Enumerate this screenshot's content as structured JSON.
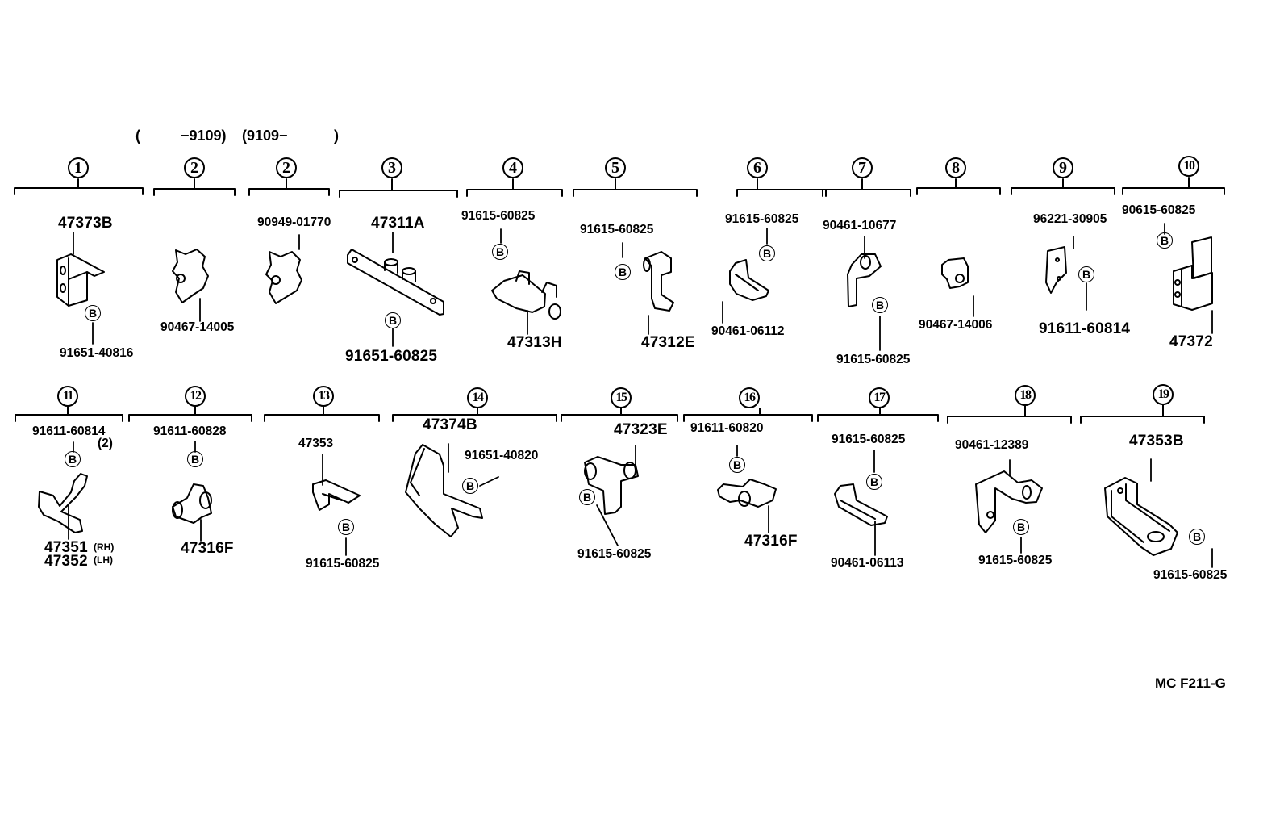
{
  "diagram": {
    "type": "parts-catalog-illustration",
    "date_range_header": {
      "open_paren": "(",
      "until_label": "−9109)",
      "from_label": "(9109−",
      "close_paren": ")"
    },
    "reference_code": "MC F211-G",
    "bolt_symbol": "B",
    "groups": [
      {
        "ref": "1",
        "parts": [
          "47373B",
          "91651-40816"
        ]
      },
      {
        "ref": "2",
        "variant": "-9109",
        "parts": [
          "90467-14005"
        ]
      },
      {
        "ref": "2",
        "variant": "9109-",
        "parts": [
          "90949-01770"
        ]
      },
      {
        "ref": "3",
        "parts": [
          "47311A",
          "91651-60825"
        ]
      },
      {
        "ref": "4",
        "parts": [
          "91615-60825",
          "47313H"
        ]
      },
      {
        "ref": "5",
        "parts": [
          "91615-60825",
          "47312E"
        ]
      },
      {
        "ref": "6",
        "parts": [
          "91615-60825",
          "90461-06112"
        ]
      },
      {
        "ref": "7",
        "parts": [
          "90461-10677",
          "91615-60825"
        ]
      },
      {
        "ref": "8",
        "parts": [
          "90467-14006"
        ]
      },
      {
        "ref": "9",
        "parts": [
          "96221-30905",
          "91611-60814"
        ]
      },
      {
        "ref": "10",
        "parts": [
          "90615-60825",
          "47372"
        ]
      },
      {
        "ref": "11",
        "parts": [
          "91611-60814",
          "47351",
          "47352"
        ],
        "qty_note": "(2)",
        "sides": [
          "(RH)",
          "(LH)"
        ]
      },
      {
        "ref": "12",
        "parts": [
          "91611-60828",
          "47316F"
        ]
      },
      {
        "ref": "13",
        "parts": [
          "47353",
          "91615-60825"
        ]
      },
      {
        "ref": "14",
        "parts": [
          "47374B",
          "91651-40820"
        ]
      },
      {
        "ref": "15",
        "parts": [
          "47323E",
          "91615-60825"
        ]
      },
      {
        "ref": "16",
        "parts": [
          "91611-60820",
          "47316F"
        ]
      },
      {
        "ref": "17",
        "parts": [
          "91615-60825",
          "90461-06113"
        ]
      },
      {
        "ref": "18",
        "parts": [
          "90461-12389",
          "91615-60825"
        ]
      },
      {
        "ref": "19",
        "parts": [
          "47353B",
          "91615-60825"
        ]
      }
    ]
  }
}
